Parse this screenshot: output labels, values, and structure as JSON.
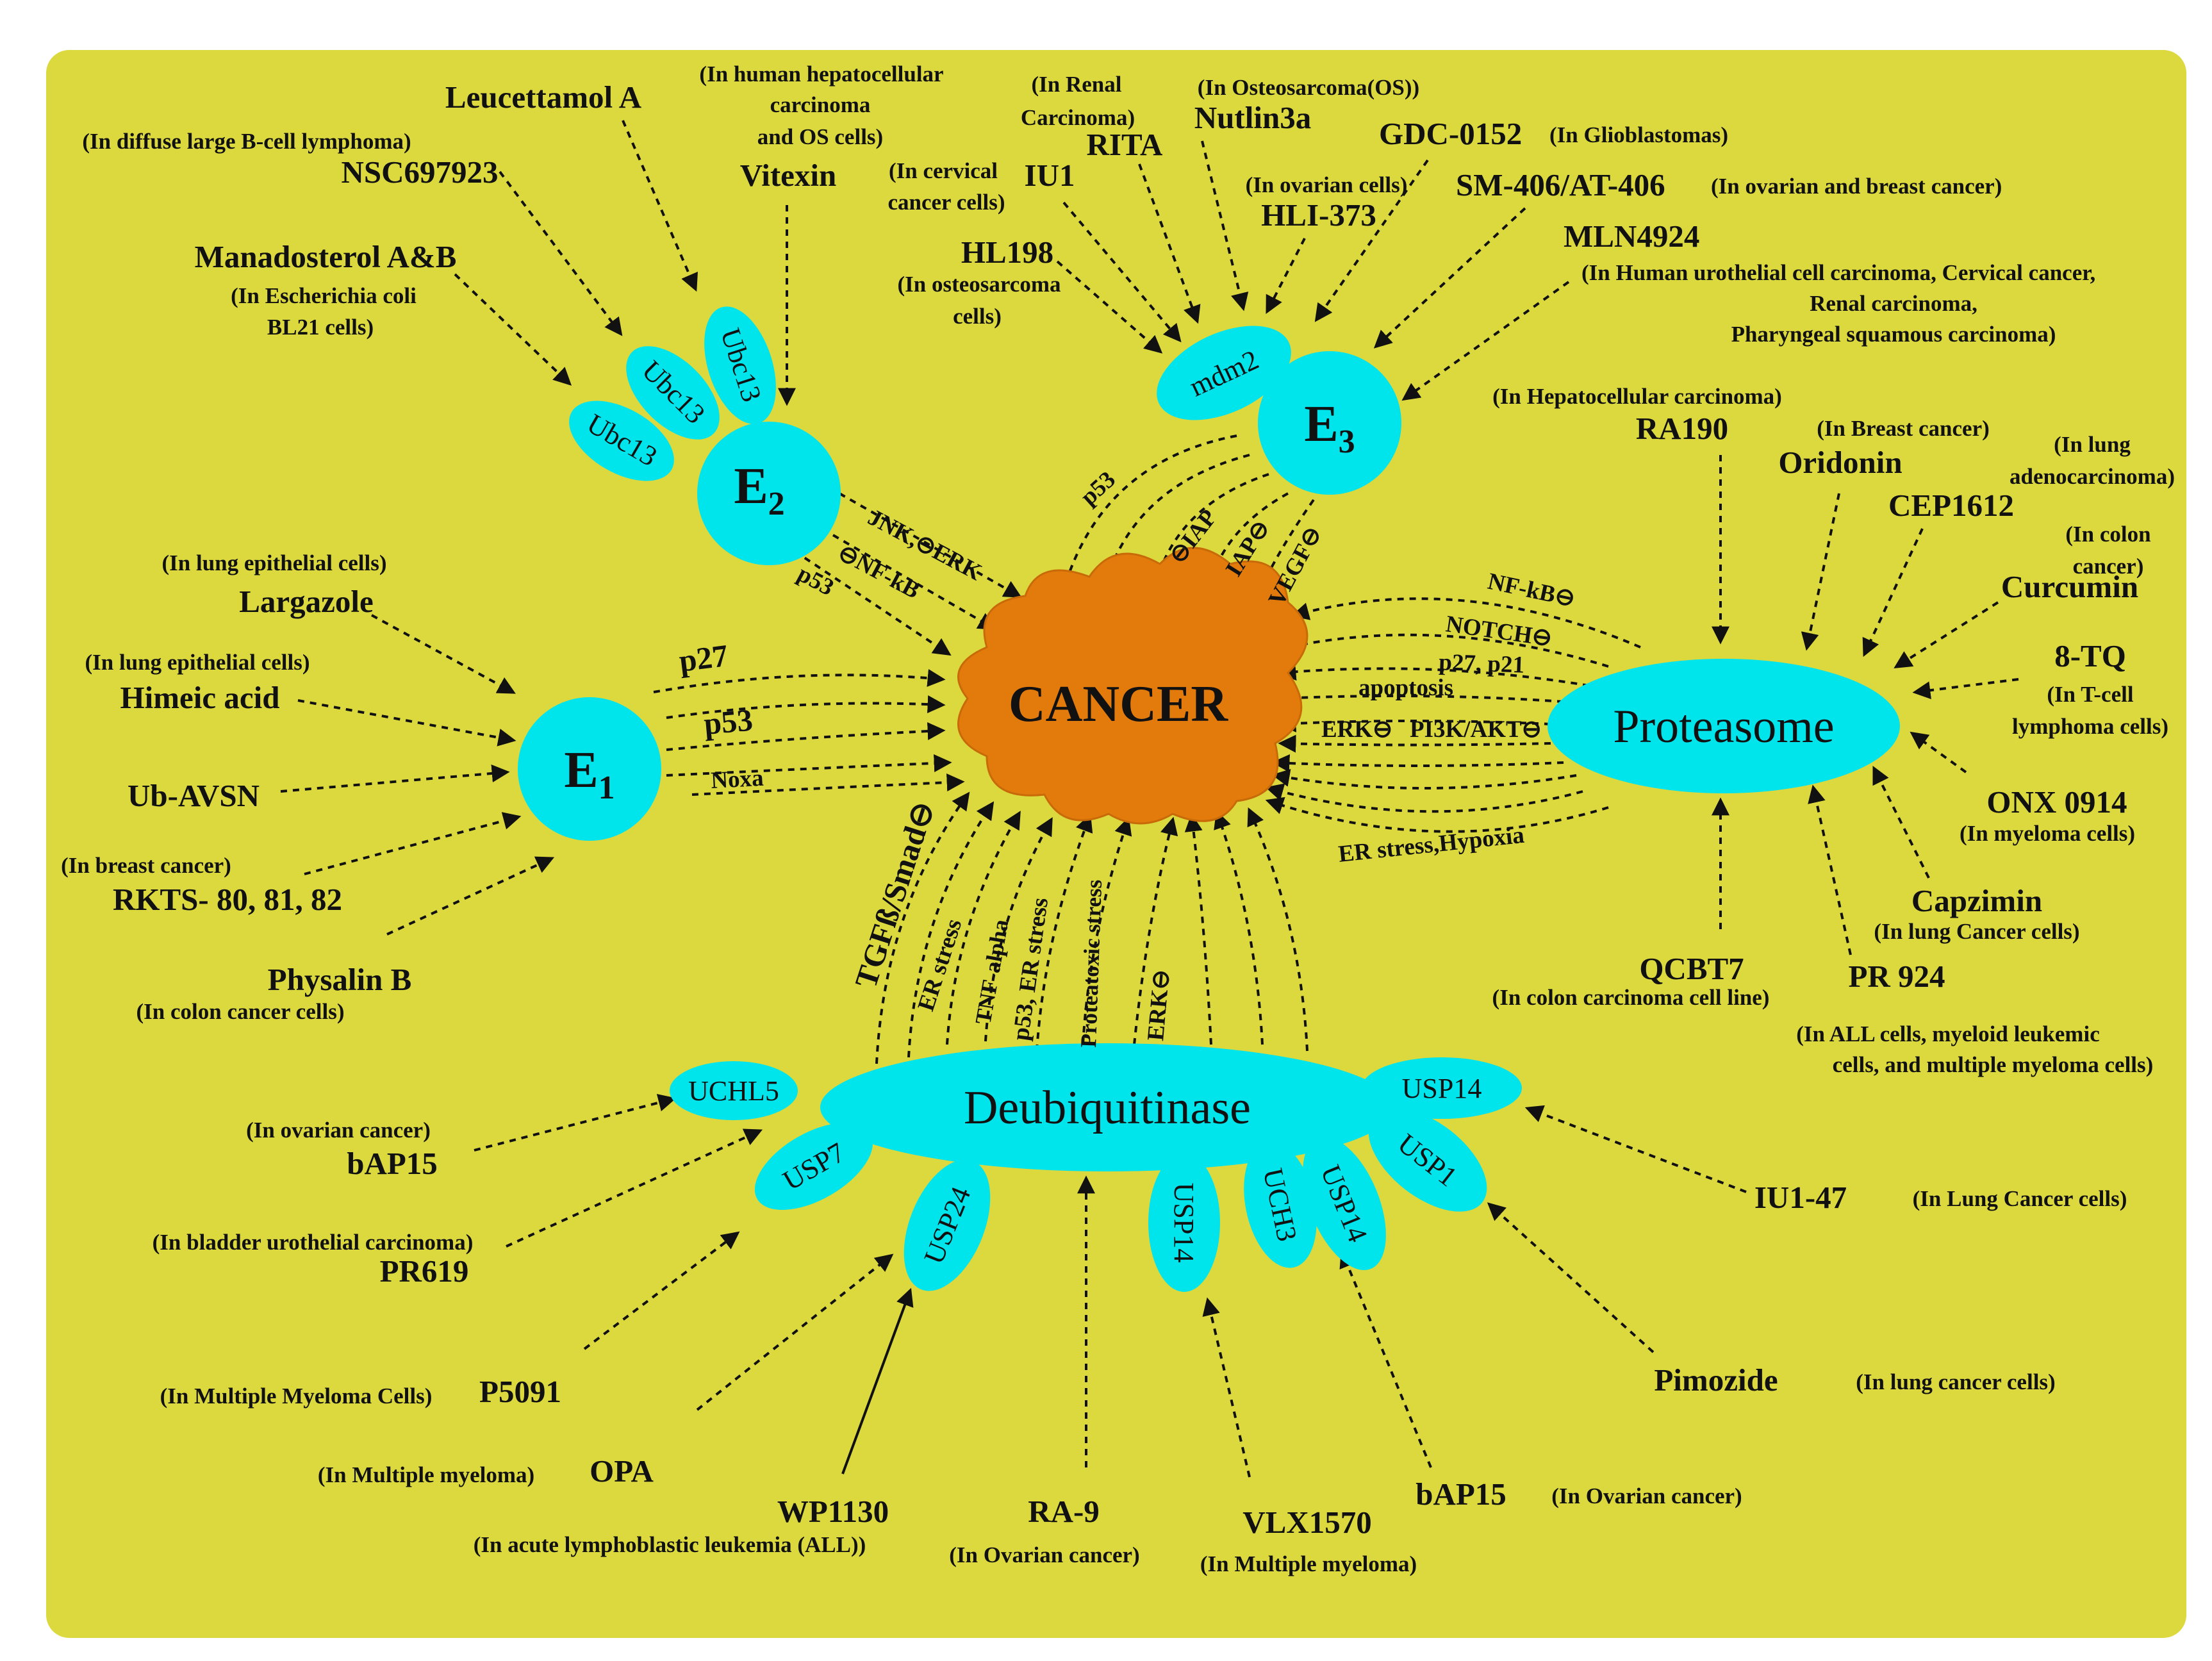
{
  "colors": {
    "background": "#dcd93f",
    "node_fill": "#00e4ec",
    "cancer_fill": "#e27b0c",
    "arrow": "#111111"
  },
  "hubs": {
    "e1": "E1",
    "e2": "E2",
    "e3": "E3",
    "proteasome": "Proteasome",
    "deubiquitinase": "Deubiquitinase",
    "cancer": "CANCER"
  },
  "subunits": {
    "ubc13_a": "Ubc13",
    "ubc13_b": "Ubc13",
    "ubc13_c": "Ubc13",
    "mdm2": "mdm2",
    "uchl5": "UCHL5",
    "usp7": "USP7",
    "usp24": "USP24",
    "usp14_a": "USP14",
    "uch3": "UCH3",
    "usp14_b": "USP14",
    "usp1": "USP1",
    "usp14_c": "USP14"
  },
  "e2_drugs": {
    "leucettamol": "Leucettamol A",
    "nsc_note": "(In diffuse large B-cell lymphoma)",
    "nsc": "NSC697923",
    "vitexin_note1": "(In human hepatocellular",
    "vitexin_note2": "carcinoma",
    "vitexin_note3": "and OS cells)",
    "vitexin": "Vitexin",
    "manadosterol": "Manadosterol A&B",
    "manadosterol_note1": "(In Escherichia coli",
    "manadosterol_note2": "BL21 cells)"
  },
  "e3_drugs": {
    "rita_note1": "(In Renal",
    "rita_note2": "Carcinoma)",
    "rita": "RITA",
    "nutlin_note": "(In Osteosarcoma(OS))",
    "nutlin": "Nutlin3a",
    "gdc": "GDC-0152",
    "gdc_note": "(In Glioblastomas)",
    "iu1_note1": "(In cervical",
    "iu1_note2": "cancer cells)",
    "iu1": "IU1",
    "hli_note": "(In ovarian cells)",
    "hli": "HLI-373",
    "sm": "SM-406/AT-406",
    "sm_note": "(In ovarian and breast cancer)",
    "hl198": "HL198",
    "hl198_note1": "(In osteosarcoma",
    "hl198_note2": "cells)",
    "mln": "MLN4924",
    "mln_note1": "(In Human urothelial cell carcinoma, Cervical cancer,",
    "mln_note2": "Renal carcinoma,",
    "mln_note3": "Pharyngeal squamous carcinoma)"
  },
  "e1_drugs": {
    "largazole_note": "(In lung epithelial cells)",
    "largazole": "Largazole",
    "himeic_note": "(In lung epithelial cells)",
    "himeic": "Himeic acid",
    "ubavsn": "Ub-AVSN",
    "rkts_note": "(In breast cancer)",
    "rkts": "RKTS- 80, 81, 82",
    "physalin": "Physalin B",
    "physalin_note": "(In colon cancer cells)"
  },
  "proteasome_drugs": {
    "ra190_note": "(In Hepatocellular carcinoma)",
    "ra190": "RA190",
    "oridonin_note": "(In Breast cancer)",
    "oridonin": "Oridonin",
    "cep_note1": "(In lung",
    "cep_note2": "adenocarcinoma)",
    "cep": "CEP1612",
    "curcumin_note1": "(In colon",
    "curcumin_note2": "cancer)",
    "curcumin": "Curcumin",
    "tq": "8-TQ",
    "tq_note1": "(In T-cell",
    "tq_note2": "lymphoma cells)",
    "onx": "ONX 0914",
    "onx_note": "(In myeloma cells)",
    "capzimin": "Capzimin",
    "capzimin_note": "(In lung Cancer cells)",
    "qcbt": "QCBT7",
    "qcbt_note": "(In colon carcinoma cell line)",
    "pr924": "PR 924",
    "pr924_note1": "(In ALL cells, myeloid leukemic",
    "pr924_note2": "cells, and multiple myeloma cells)"
  },
  "dub_drugs": {
    "bap15_left_note": "(In ovarian cancer)",
    "bap15_left": "bAP15",
    "pr619_note": "(In bladder urothelial carcinoma)",
    "pr619": "PR619",
    "p5091_note": "(In Multiple Myeloma Cells)",
    "p5091": "P5091",
    "opa_note": "(In Multiple myeloma)",
    "opa": "OPA",
    "wp1130": "WP1130",
    "wp1130_note": "(In acute lymphoblastic leukemia (ALL))",
    "ra9": "RA-9",
    "ra9_note": "(In Ovarian cancer)",
    "vlx": "VLX1570",
    "vlx_note": "(In Multiple myeloma)",
    "bap15_right": "bAP15",
    "bap15_right_note": "(In Ovarian cancer)",
    "pimozide": "Pimozide",
    "pimozide_note": "(In lung cancer cells)",
    "iu147": "IU1-47",
    "iu147_note": "(In Lung Cancer cells)"
  },
  "pathways": {
    "e2_jnk": "JNK,⊖ERK",
    "e2_nfkb": "⊖NF-kB",
    "e2_p53": "p53",
    "e3_p53": "p53",
    "e3_iap": "⊖IAP",
    "e3_iap2": "IAP⊖",
    "e3_vegf": "VEGF⊖",
    "e1_p27": "p27",
    "e1_p53": "p53",
    "e1_noxa": "Noxa",
    "pr_nfkb": "NF-kB⊖",
    "pr_notch": "NOTCH⊖",
    "pr_p27": "p27, p21",
    "pr_apoptosis": "apoptosis",
    "pr_erk": "ERK⊖",
    "pr_pi3k": "PI3K/AKT⊖",
    "pr_er": "ER stress,Hypoxia",
    "dub_tgf": "TGFß/Smad⊖",
    "dub_er": "ER stress",
    "dub_tnf": "TNF-alpha",
    "dub_p53er": "p53, ER stress",
    "dub_proteo": "Proteatoxic stress",
    "dub_erk": "ERK⊖"
  }
}
